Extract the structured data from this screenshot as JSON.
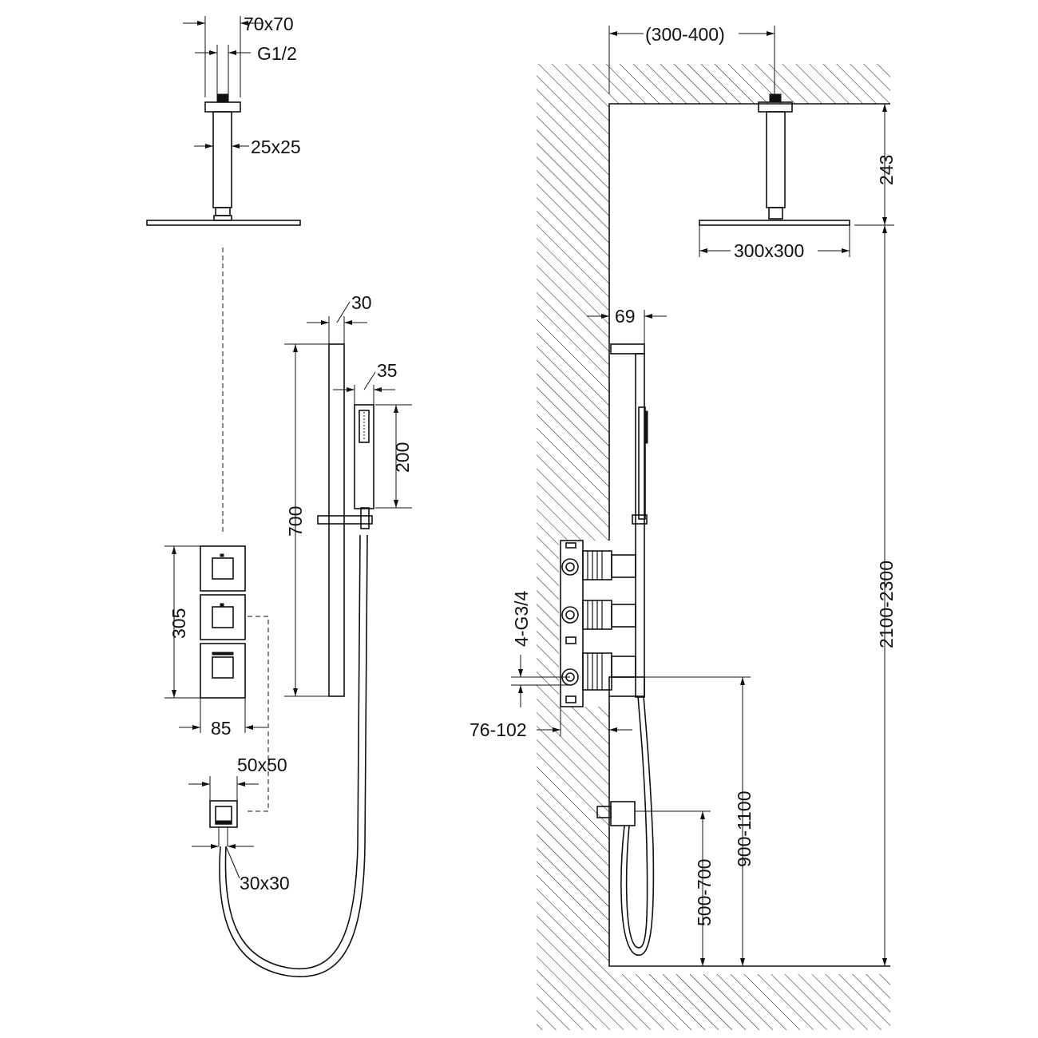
{
  "dimensions": {
    "ceiling_flange": "70x70",
    "thread": "G1/2",
    "arm_section": "25x25",
    "rail_width": "30",
    "handshower_width": "35",
    "handshower_length": "200",
    "rail_length": "700",
    "valve_height": "305",
    "valve_width": "85",
    "outlet_flange": "50x50",
    "outlet_section": "30x30",
    "arm_offset": "(300-400)",
    "arm_drop": "243",
    "head_size": "300x300",
    "rail_offset": "69",
    "connections": "4-G3/4",
    "box_depth": "76-102",
    "head_height": "2100-2300",
    "valve_height_range": "900-1100",
    "outlet_height_range": "500-700"
  }
}
